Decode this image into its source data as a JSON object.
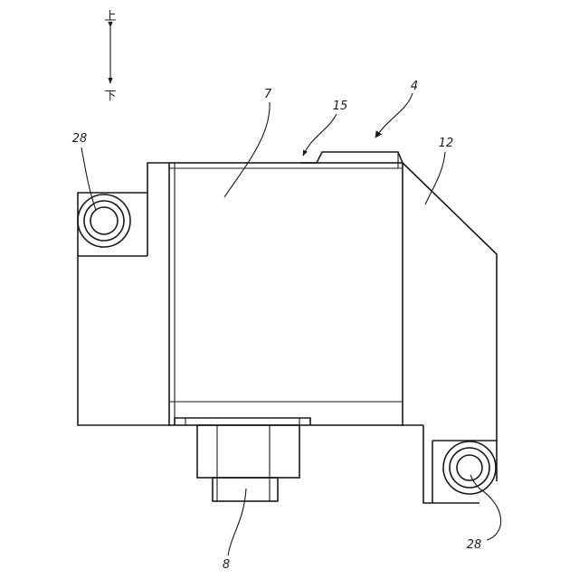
{
  "direction": {
    "up_label": "上",
    "down_label": "下"
  },
  "reference_numerals": {
    "device": "4",
    "body": "7",
    "connector": "8",
    "housing": "12",
    "top_surface": "15",
    "mount_hole_upper_left": "28",
    "mount_hole_lower_right": "28"
  }
}
